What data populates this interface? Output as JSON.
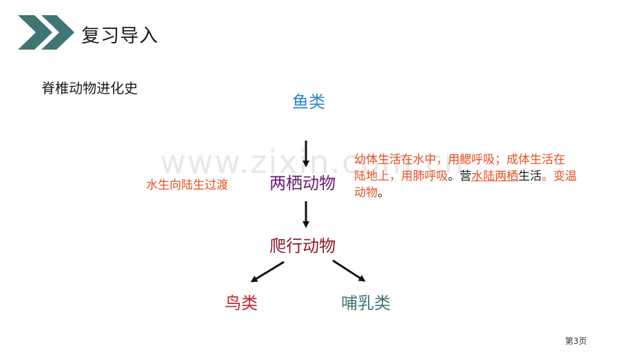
{
  "header": {
    "title": "复习导入"
  },
  "subtitle": "脊椎动物进化史",
  "nodes": {
    "fish": "鱼类",
    "amphibian": "两栖动物",
    "reptile": "爬行动物",
    "bird": "鸟类",
    "mammal": "哺乳类"
  },
  "note_left": "水生向陆生过渡",
  "description": {
    "line1": "幼体生活在水中，用鳃呼吸；成体生活在",
    "line2_a": "陆地上，用肺呼吸",
    "line2_b": "。营",
    "line2_c": "水陆两栖",
    "line2_d": "生活",
    "line2_e": "。变温",
    "line3_a": "动物",
    "line3_b": "。"
  },
  "watermark": "www.zixin.com.cn",
  "footer": {
    "page": "第3页"
  },
  "colors": {
    "chevron": "#3f7572",
    "fish": "#2a86c8",
    "amphibian": "#6a1a74",
    "reptile": "#8b1a2a",
    "bird": "#c0202a",
    "mammal": "#3f7572",
    "note": "#e8501e"
  }
}
